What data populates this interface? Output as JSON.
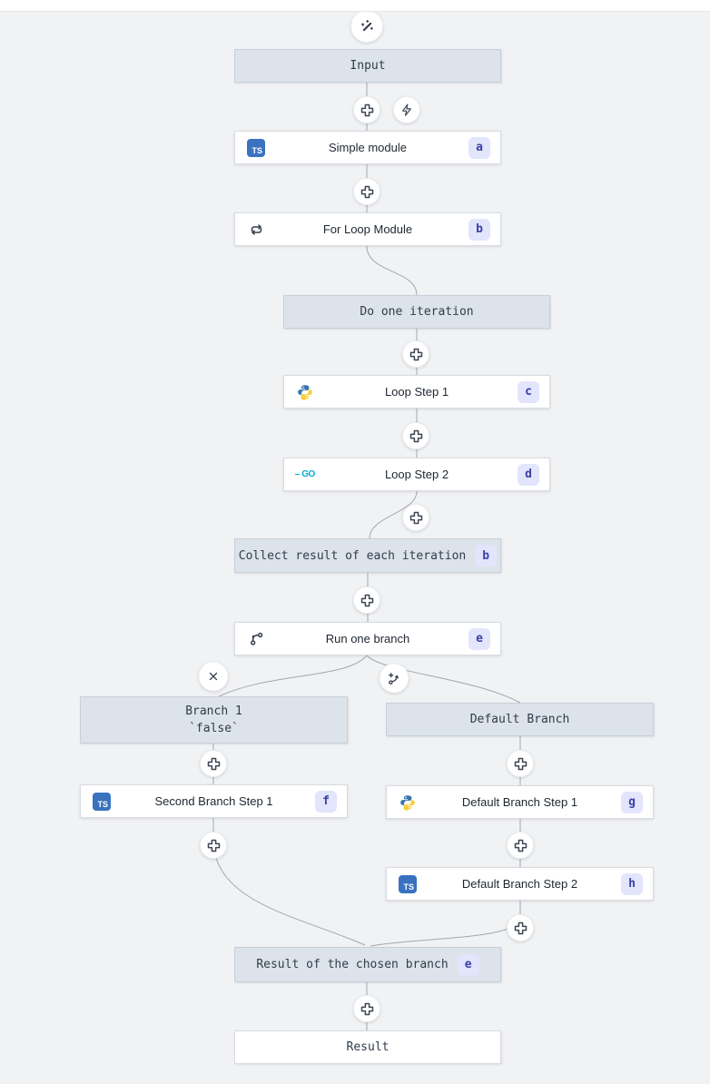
{
  "app": {
    "name": "Workflow editor canvas"
  },
  "colors": {
    "canvas_bg": "#f1f2f4",
    "header_node_bg": "#dde3ea",
    "module_node_bg": "#ffffff",
    "badge_bg": "#e2e5fb",
    "badge_text": "#3a41a8",
    "connector": "#a2a8b0",
    "typescript_blue": "#3a72c0",
    "python_blue": "#3776ab",
    "python_yellow": "#f7cf3e",
    "go_cyan": "#00acd7"
  },
  "language_badges": {
    "typescript": "TS",
    "go": "GO"
  },
  "nodes": {
    "input": {
      "label": "Input"
    },
    "simple_module": {
      "label": "Simple module",
      "badge": "a",
      "language": "typescript"
    },
    "for_loop_module": {
      "label": "For Loop Module",
      "badge": "b",
      "icon": "repeat-icon"
    },
    "do_one_iteration": {
      "label": "Do one iteration"
    },
    "loop_step_1": {
      "label": "Loop Step 1",
      "badge": "c",
      "language": "python"
    },
    "loop_step_2": {
      "label": "Loop Step 2",
      "badge": "d",
      "language": "go"
    },
    "collect_result": {
      "label": "Collect result of each iteration",
      "badge": "b"
    },
    "run_one_branch": {
      "label": "Run one branch",
      "badge": "e",
      "icon": "git-branch-icon"
    },
    "branch_1": {
      "label": "Branch 1",
      "sublabel": "`false`"
    },
    "default_branch": {
      "label": "Default Branch"
    },
    "second_branch_step_1": {
      "label": "Second Branch Step 1",
      "badge": "f",
      "language": "typescript"
    },
    "default_branch_step_1": {
      "label": "Default Branch Step 1",
      "badge": "g",
      "language": "python"
    },
    "default_branch_step_2": {
      "label": "Default Branch Step 2",
      "badge": "h",
      "language": "typescript"
    },
    "result_of_chosen_branch": {
      "label": "Result of the chosen branch",
      "badge": "e"
    },
    "result": {
      "label": "Result"
    }
  },
  "buttons": {
    "ai_builder": {
      "icon": "wand-sparkles-icon"
    },
    "add_step": {
      "icon": "plus-icon"
    },
    "trigger": {
      "icon": "zap-icon"
    },
    "remove_branch": {
      "icon": "close-icon"
    },
    "add_branch": {
      "icon": "branch-add-icon"
    }
  }
}
